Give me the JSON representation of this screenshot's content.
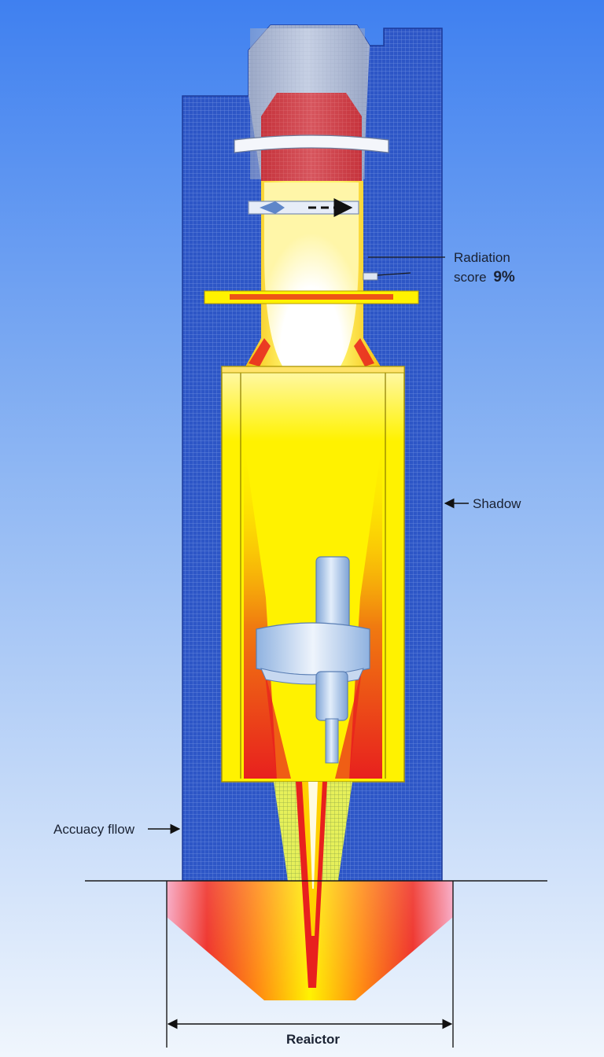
{
  "labels": {
    "radiation_line1": "Radiation",
    "radiation_line2": "score",
    "radiation_value": "9%",
    "shadow": "Shadow",
    "accuracy_flow": "Accuacy fllow",
    "reactor": "Reaictor"
  },
  "colors": {
    "background_top": "#3d7ff0",
    "background_bottom": "#eef5fd",
    "shield_blue": "#2d56c6",
    "chamber_yellow": "#fff200",
    "hot_red": "#e8201e",
    "lamp_red": "#c8303a",
    "lamp_grey": "#b9c6dc",
    "probe_blue": "#a9c9ee"
  }
}
